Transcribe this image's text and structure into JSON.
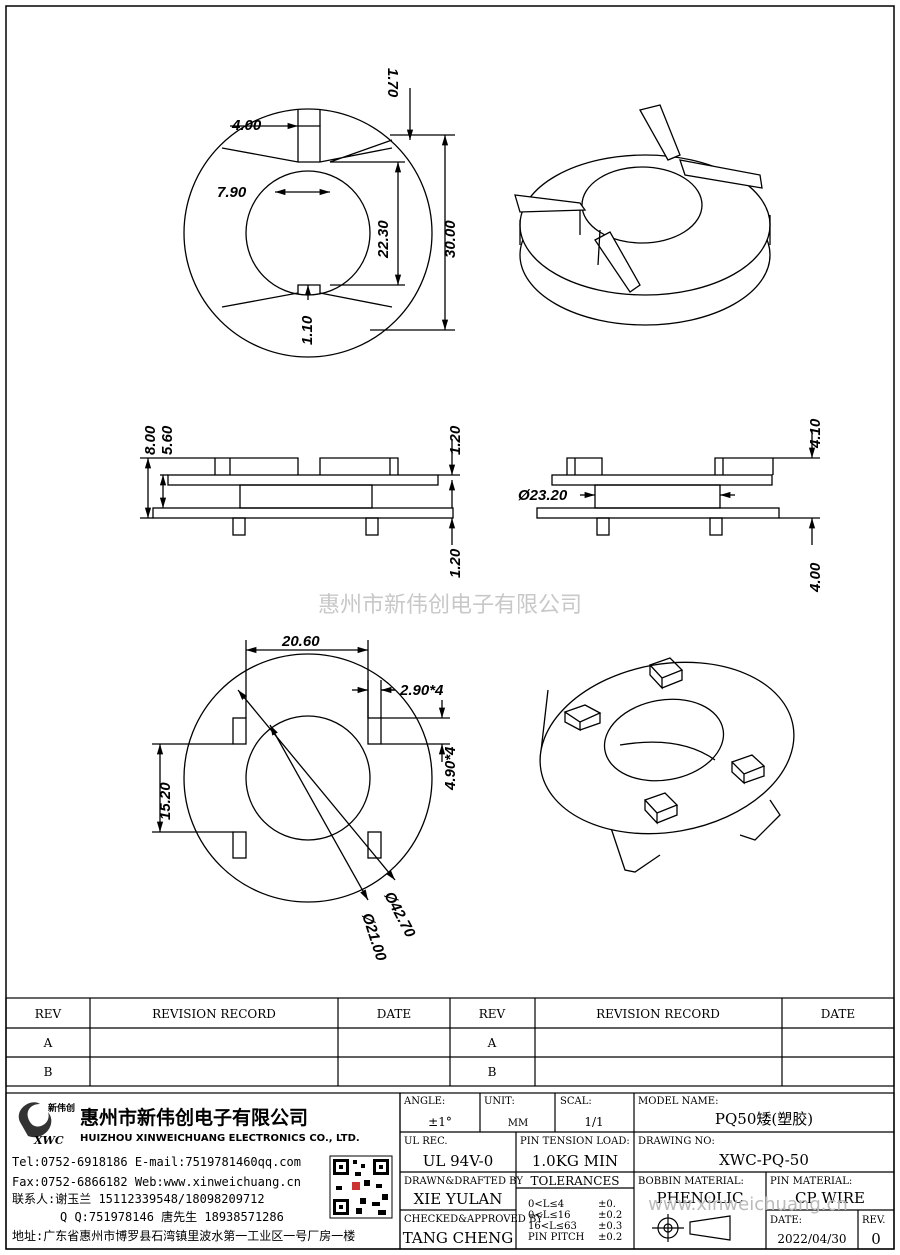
{
  "watermark": "惠州市新伟创电子有限公司",
  "dimensions": {
    "top_view": [
      "1.70",
      "4.00",
      "7.90",
      "22.30",
      "30.00",
      "1.10"
    ],
    "side_left": [
      "8.00",
      "5.60",
      "1.20",
      "1.20"
    ],
    "side_right": [
      "4.10",
      "Ø23.20",
      "4.00"
    ],
    "bottom_view": [
      "20.60",
      "2.90*4",
      "15.20",
      "4.90*4",
      "Ø42.70",
      "Ø21.00"
    ]
  },
  "revision_table": {
    "headers": [
      "REV",
      "REVISION RECORD",
      "DATE",
      "REV",
      "REVISION RECORD",
      "DATE"
    ],
    "rows": [
      [
        "A",
        "",
        "",
        "A",
        "",
        ""
      ],
      [
        "B",
        "",
        "",
        "B",
        "",
        ""
      ]
    ]
  },
  "company": {
    "logo_text": "新伟创",
    "logo_abbr": "XWC",
    "name_cn": "惠州市新伟创电子有限公司",
    "name_en": "HUIZHOU XINWEICHUANG ELECTRONICS CO., LTD.",
    "contacts": [
      "Tel:0752-6918186 E-mail:7519781460qq.com",
      "Fax:0752-6866182 Web:www.xinweichuang.cn",
      "联系人:谢玉兰 15112339548/18098209712",
      "Q Q:751978146   唐先生 18938571286",
      "地址:广东省惠州市博罗县石湾镇里波水第一工业区一号厂房一楼"
    ]
  },
  "title_block": {
    "angle_label": "ANGLE:",
    "angle_value": "±1°",
    "unit_label": "UNIT:",
    "unit_value": "MM",
    "scale_label": "SCAL:",
    "scale_value": "1/1",
    "model_label": "MODEL NAME:",
    "model_value": "PQ50矮(塑胶)",
    "ul_label": "UL REC.",
    "ul_value": "UL 94V-0",
    "pin_tension_label": "PIN TENSION LOAD:",
    "pin_tension_value": "1.0KG MIN",
    "drawing_no_label": "DRAWING NO:",
    "drawing_no_value": "XWC-PQ-50",
    "drawn_label": "DRAWN&DRAFTED BY",
    "drawn_value": "XIE YULAN",
    "tolerances_label": "TOLERANCES",
    "tolerance_lines": [
      "0<L≤4",
      "0<L≤16",
      "16<L≤63",
      "PIN PITCH"
    ],
    "tolerance_values": [
      "±0.",
      "±0.2",
      "±0.3",
      "±0.2"
    ],
    "bobbin_label": "BOBBIN MATERIAL:",
    "bobbin_value": "PHENOLIC",
    "pin_material_label": "PIN MATERIAL:",
    "pin_material_value": "CP WIRE",
    "checked_label": "CHECKED&APPROVED BY",
    "checked_value": "TANG CHENG",
    "date_label": "DATE:",
    "date_value": "2022/04/30",
    "rev_label": "REV.",
    "rev_value": "0",
    "footer_watermark": "www.xinweichuang.cn"
  }
}
